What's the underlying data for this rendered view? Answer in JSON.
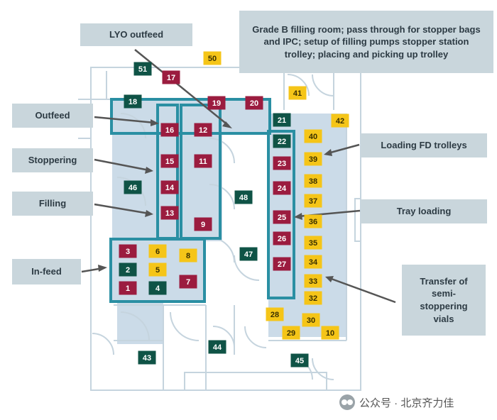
{
  "labels": [
    {
      "id": "lyo-outfeed",
      "text": "LYO outfeed"
    },
    {
      "id": "grade-b",
      "text": "Grade B filling room; pass through for stopper bags and IPC; setup of filling pumps stopper station trolley; placing and picking up trolley"
    },
    {
      "id": "outfeed",
      "text": "Outfeed"
    },
    {
      "id": "stoppering",
      "text": "Stoppering"
    },
    {
      "id": "filling",
      "text": "Filling"
    },
    {
      "id": "in-feed",
      "text": "In-feed"
    },
    {
      "id": "loading-fd",
      "text": "Loading FD trolleys"
    },
    {
      "id": "tray-loading",
      "text": "Tray loading"
    },
    {
      "id": "transfer",
      "text": "Transfer of semi-stoppering vials"
    }
  ],
  "markers": [
    {
      "n": "1",
      "c": "red"
    },
    {
      "n": "2",
      "c": "green"
    },
    {
      "n": "3",
      "c": "red"
    },
    {
      "n": "4",
      "c": "green"
    },
    {
      "n": "5",
      "c": "yellow"
    },
    {
      "n": "6",
      "c": "yellow"
    },
    {
      "n": "7",
      "c": "red"
    },
    {
      "n": "8",
      "c": "yellow"
    },
    {
      "n": "9",
      "c": "red"
    },
    {
      "n": "10",
      "c": "yellow"
    },
    {
      "n": "11",
      "c": "red"
    },
    {
      "n": "12",
      "c": "red"
    },
    {
      "n": "13",
      "c": "red"
    },
    {
      "n": "14",
      "c": "red"
    },
    {
      "n": "15",
      "c": "red"
    },
    {
      "n": "16",
      "c": "red"
    },
    {
      "n": "17",
      "c": "red"
    },
    {
      "n": "18",
      "c": "green"
    },
    {
      "n": "19",
      "c": "red"
    },
    {
      "n": "20",
      "c": "red"
    },
    {
      "n": "21",
      "c": "green"
    },
    {
      "n": "22",
      "c": "green"
    },
    {
      "n": "23",
      "c": "red"
    },
    {
      "n": "24",
      "c": "red"
    },
    {
      "n": "25",
      "c": "red"
    },
    {
      "n": "26",
      "c": "red"
    },
    {
      "n": "27",
      "c": "red"
    },
    {
      "n": "28",
      "c": "yellow"
    },
    {
      "n": "29",
      "c": "yellow"
    },
    {
      "n": "30",
      "c": "yellow"
    },
    {
      "n": "32",
      "c": "yellow"
    },
    {
      "n": "33",
      "c": "yellow"
    },
    {
      "n": "34",
      "c": "yellow"
    },
    {
      "n": "35",
      "c": "yellow"
    },
    {
      "n": "36",
      "c": "yellow"
    },
    {
      "n": "37",
      "c": "yellow"
    },
    {
      "n": "38",
      "c": "yellow"
    },
    {
      "n": "39",
      "c": "yellow"
    },
    {
      "n": "40",
      "c": "yellow"
    },
    {
      "n": "41",
      "c": "yellow"
    },
    {
      "n": "42",
      "c": "yellow"
    },
    {
      "n": "43",
      "c": "green"
    },
    {
      "n": "44",
      "c": "green"
    },
    {
      "n": "45",
      "c": "green"
    },
    {
      "n": "46",
      "c": "green"
    },
    {
      "n": "47",
      "c": "green"
    },
    {
      "n": "48",
      "c": "green"
    },
    {
      "n": "50",
      "c": "yellow"
    },
    {
      "n": "51",
      "c": "green"
    }
  ],
  "colors": {
    "red": "#9b1c3f",
    "green": "#0f5346",
    "yellow": "#f5c518",
    "teal": "#2a8fa3",
    "floor": "#b9cfe0",
    "label_bg": "#c9d6dc"
  },
  "watermark": {
    "icon": "wechat-icon",
    "text": "公众号 · 北京齐力佳"
  }
}
